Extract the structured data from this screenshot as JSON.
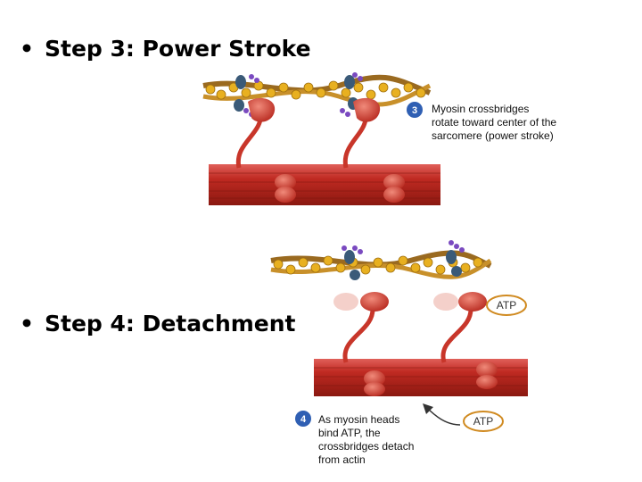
{
  "bullets": [
    {
      "text": "Step 3:  Power Stroke"
    },
    {
      "text": "Step 4:  Detachment"
    }
  ],
  "step3": {
    "number": "3",
    "caption_lines": [
      "Myosin crossbridges",
      "rotate toward center of the",
      "sarcomere (power stroke)"
    ]
  },
  "step4": {
    "number": "4",
    "caption_lines": [
      "As myosin heads",
      "bind ATP, the",
      "crossbridges detach",
      "from actin"
    ],
    "atp_label_top": "ATP",
    "atp_label_bottom": "ATP"
  },
  "colors": {
    "thick_filament": "#b8261c",
    "actin": "#c8902a",
    "troponin": "#e8b020",
    "tropomyosin_blue": "#3a5a78",
    "marker_purple": "#7a4ac0",
    "step_badge": "#2f5fb3",
    "atp_outline": "#d08a20"
  }
}
